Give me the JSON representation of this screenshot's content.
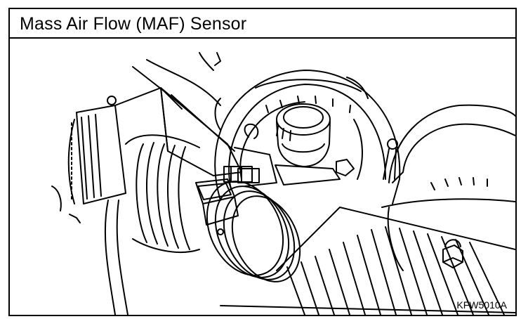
{
  "header": {
    "title": "Mass Air Flow (MAF) Sensor"
  },
  "figure": {
    "reference_code": "KFW5010A",
    "parts": [
      "air-intake-duct",
      "maf-sensor",
      "brake-booster",
      "reservoir-cap",
      "strut-tower",
      "nut"
    ]
  },
  "colors": {
    "ink": "#000000",
    "paper": "#ffffff"
  }
}
